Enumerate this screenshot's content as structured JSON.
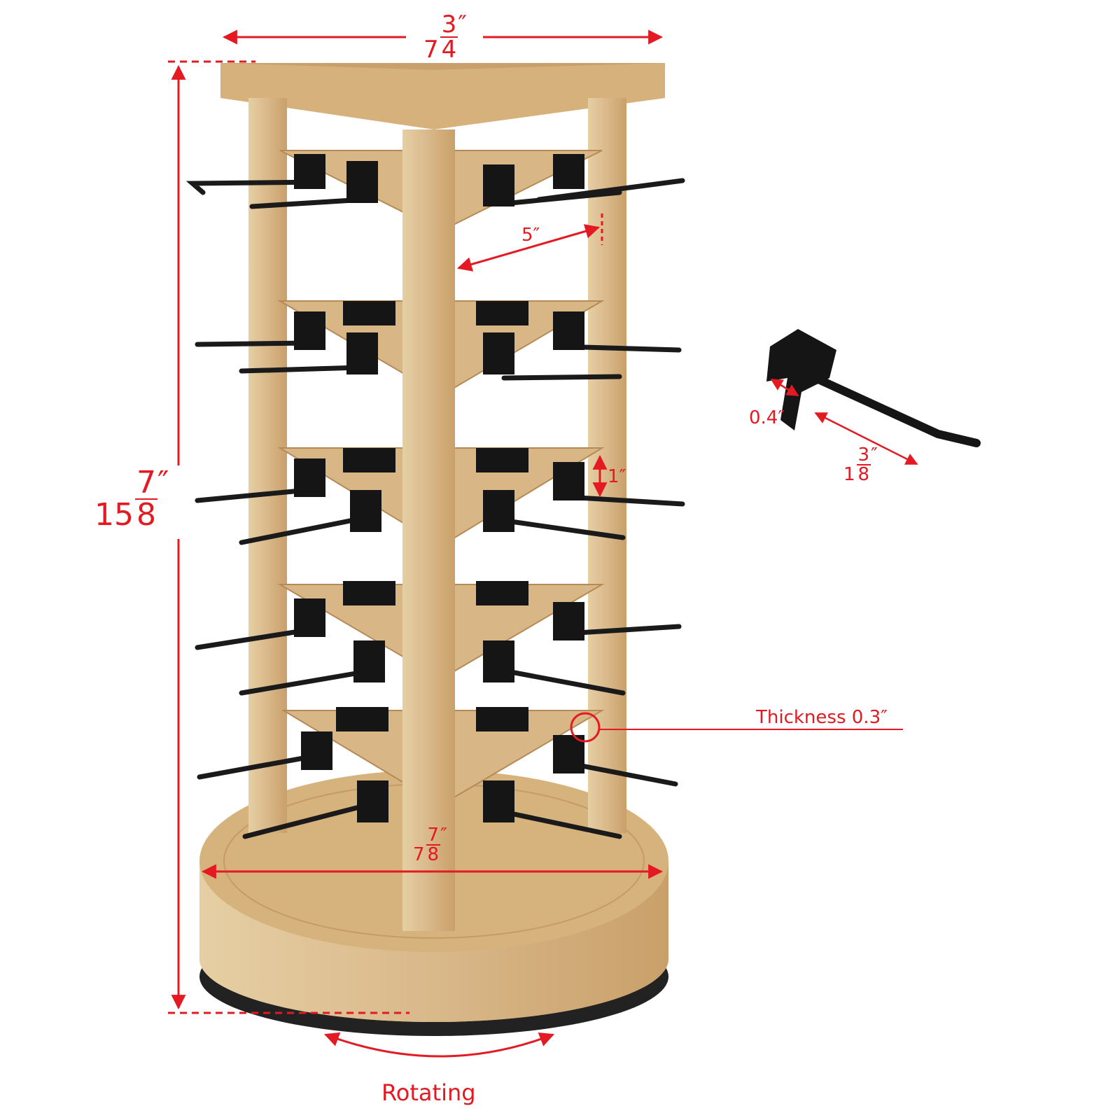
{
  "diagram": {
    "subject": "Rotating wooden triangular hook display stand",
    "accent_color": "#e31a22",
    "wood_color": "#d8b98a",
    "hook_color": "#1a1a1a"
  },
  "dimensions": {
    "top_width": {
      "whole": "7",
      "num": "3",
      "den": "4",
      "unit": "″"
    },
    "height": {
      "whole": "15",
      "num": "7",
      "den": "8",
      "unit": "″"
    },
    "shelf_side": {
      "text": "5″"
    },
    "shelf_height": {
      "text": "1″"
    },
    "base_diameter": {
      "whole": "7",
      "num": "7",
      "den": "8",
      "unit": "″"
    },
    "hook_slot": {
      "text": "0.4″"
    },
    "hook_length": {
      "whole": "1",
      "num": "3",
      "den": "8",
      "unit": "″"
    },
    "thickness": {
      "text": "Thickness 0.3″"
    },
    "rotating": {
      "text": "Rotating"
    }
  }
}
